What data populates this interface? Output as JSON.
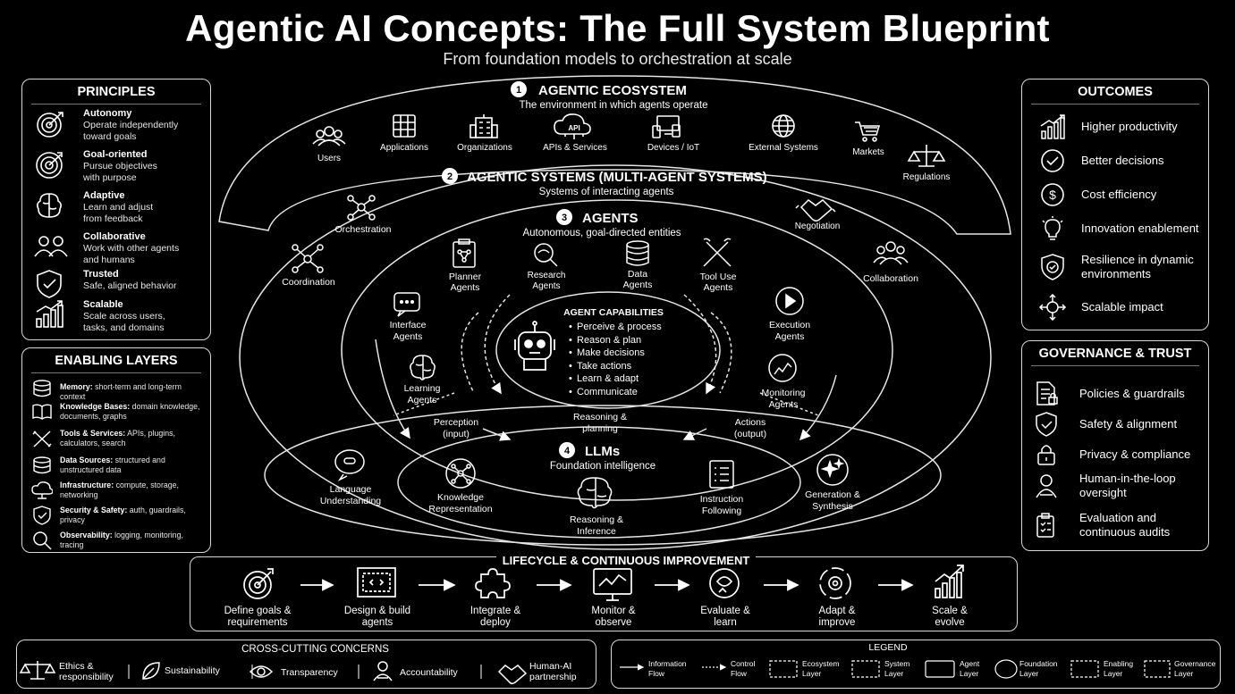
{
  "title": "Agentic AI Concepts: The Full System Blueprint",
  "subtitle": "From foundation models to orchestration at scale",
  "principles": {
    "title": "PRINCIPLES",
    "items": [
      {
        "icon": "target-icon",
        "name": "Autonomy",
        "line1": "Operate independently",
        "line2": "toward goals"
      },
      {
        "icon": "bullseye-icon",
        "name": "Goal-oriented",
        "line1": "Pursue objectives",
        "line2": "with purpose"
      },
      {
        "icon": "brain-icon",
        "name": "Adaptive",
        "line1": "Learn and adjust",
        "line2": "from feedback"
      },
      {
        "icon": "people-icon",
        "name": "Collaborative",
        "line1": "Work with other agents",
        "line2": "and humans"
      },
      {
        "icon": "shield-check-icon",
        "name": "Trusted",
        "line1": "Safe, aligned behavior",
        "line2": ""
      },
      {
        "icon": "growth-chart-icon",
        "name": "Scalable",
        "line1": "Scale across users,",
        "line2": "tasks, and domains"
      }
    ]
  },
  "enabling": {
    "title": "ENABLING LAYERS",
    "items": [
      {
        "icon": "database-icon",
        "name": "Memory:",
        "line1": "short-term and long-term context",
        "line2": ""
      },
      {
        "icon": "book-icon",
        "name": "Knowledge Bases:",
        "line1": "domain knowledge,",
        "line2": "documents, graphs"
      },
      {
        "icon": "tools-icon",
        "name": "Tools & Services:",
        "line1": "APIs, plugins,",
        "line2": "calculators, search"
      },
      {
        "icon": "database-icon",
        "name": "Data Sources:",
        "line1": "structured and",
        "line2": "unstructured data"
      },
      {
        "icon": "cloud-icon",
        "name": "Infrastructure:",
        "line1": "compute, storage,",
        "line2": "networking"
      },
      {
        "icon": "shield-icon",
        "name": "Security & Safety:",
        "line1": "auth, guardrails,",
        "line2": "privacy"
      },
      {
        "icon": "magnifier-icon",
        "name": "Observability:",
        "line1": "logging, monitoring,",
        "line2": "tracing"
      }
    ]
  },
  "outcomes": {
    "title": "OUTCOMES",
    "items": [
      {
        "icon": "growth-chart-icon",
        "line1": "Higher productivity",
        "line2": ""
      },
      {
        "icon": "check-circle-icon",
        "line1": "Better decisions",
        "line2": ""
      },
      {
        "icon": "dollar-icon",
        "line1": "Cost efficiency",
        "line2": ""
      },
      {
        "icon": "lightbulb-icon",
        "line1": "Innovation enablement",
        "line2": ""
      },
      {
        "icon": "shield-check-icon",
        "line1": "Resilience in dynamic",
        "line2": "environments"
      },
      {
        "icon": "move-arrows-icon",
        "line1": "Scalable impact",
        "line2": ""
      }
    ]
  },
  "governance": {
    "title": "GOVERNANCE & TRUST",
    "items": [
      {
        "icon": "document-lock-icon",
        "line1": "Policies & guardrails",
        "line2": ""
      },
      {
        "icon": "shield-check-icon",
        "line1": "Safety & alignment",
        "line2": ""
      },
      {
        "icon": "padlock-icon",
        "line1": "Privacy & compliance",
        "line2": ""
      },
      {
        "icon": "person-icon",
        "line1": "Human-in-the-loop",
        "line2": "oversight"
      },
      {
        "icon": "clipboard-icon",
        "line1": "Evaluation and",
        "line2": "continuous audits"
      }
    ]
  },
  "ecosystem": {
    "number": "1",
    "title": "AGENTIC ECOSYSTEM",
    "subtitle": "The environment in which agents operate",
    "items": [
      {
        "icon": "users-icon",
        "label": "Users"
      },
      {
        "icon": "app-grid-icon",
        "label": "Applications"
      },
      {
        "icon": "building-icon",
        "label": "Organizations"
      },
      {
        "icon": "api-cloud-icon",
        "label": "APIs & Services",
        "badge": "API"
      },
      {
        "icon": "devices-icon",
        "label": "Devices / IoT"
      },
      {
        "icon": "globe-icon",
        "label": "External Systems"
      },
      {
        "icon": "cart-icon",
        "label": "Markets"
      },
      {
        "icon": "scales-icon",
        "label": "Regulations"
      }
    ]
  },
  "systems": {
    "number": "2",
    "title": "AGENTIC SYSTEMS (MULTI-AGENT SYSTEMS)",
    "subtitle": "Systems of interacting agents",
    "items": [
      {
        "icon": "network-icon",
        "label": "Orchestration"
      },
      {
        "icon": "network-icon",
        "label": "Coordination"
      },
      {
        "icon": "handshake-icon",
        "label": "Negotiation"
      },
      {
        "icon": "people-icon",
        "label": "Collaboration"
      }
    ]
  },
  "agents": {
    "number": "3",
    "title": "AGENTS",
    "subtitle": "Autonomous, goal-directed entities",
    "items": [
      {
        "icon": "clipboard-network-icon",
        "line1": "Planner",
        "line2": "Agents"
      },
      {
        "icon": "magnifier-icon",
        "line1": "Research",
        "line2": "Agents"
      },
      {
        "icon": "database-icon",
        "line1": "Data",
        "line2": "Agents"
      },
      {
        "icon": "tools-icon",
        "line1": "Tool Use",
        "line2": "Agents"
      },
      {
        "icon": "chat-icon",
        "line1": "Interface",
        "line2": "Agents"
      },
      {
        "icon": "play-icon",
        "line1": "Execution",
        "line2": "Agents"
      },
      {
        "icon": "brain-icon",
        "line1": "Learning",
        "line2": "Agents"
      },
      {
        "icon": "trend-icon",
        "line1": "Monitoring",
        "line2": "Agents"
      }
    ],
    "capabilities": {
      "title": "AGENT CAPABILITIES",
      "items": [
        "Perceive & process",
        "Reason & plan",
        "Make decisions",
        "Take actions",
        "Learn & adapt",
        "Communicate"
      ]
    },
    "flows": {
      "perception_1": "Perception",
      "perception_2": "(input)",
      "reasoning_1": "Reasoning &",
      "reasoning_2": "planning",
      "actions_1": "Actions",
      "actions_2": "(output)"
    }
  },
  "llms": {
    "number": "4",
    "title": "LLMs",
    "subtitle": "Foundation intelligence",
    "items": [
      {
        "icon": "speech-icon",
        "line1": "Language",
        "line2": "Understanding"
      },
      {
        "icon": "knowledge-graph-icon",
        "line1": "Knowledge",
        "line2": "Representation"
      },
      {
        "icon": "brain-icon",
        "line1": "Reasoning &",
        "line2": "Inference"
      },
      {
        "icon": "checklist-icon",
        "line1": "Instruction",
        "line2": "Following"
      },
      {
        "icon": "sparkle-icon",
        "line1": "Generation &",
        "line2": "Synthesis"
      }
    ]
  },
  "lifecycle": {
    "title": "LIFECYCLE & CONTINUOUS IMPROVEMENT",
    "steps": [
      {
        "icon": "target-icon",
        "line1": "Define goals &",
        "line2": "requirements"
      },
      {
        "icon": "blueprint-icon",
        "line1": "Design & build",
        "line2": "agents"
      },
      {
        "icon": "puzzle-icon",
        "line1": "Integrate &",
        "line2": "deploy"
      },
      {
        "icon": "monitor-icon",
        "line1": "Monitor &",
        "line2": "observe"
      },
      {
        "icon": "evaluate-icon",
        "line1": "Evaluate &",
        "line2": "learn"
      },
      {
        "icon": "cycle-gear-icon",
        "line1": "Adapt &",
        "line2": "improve"
      },
      {
        "icon": "growth-chart-icon",
        "line1": "Scale &",
        "line2": "evolve"
      }
    ]
  },
  "crosscutting": {
    "title": "CROSS-CUTTING CONCERNS",
    "items": [
      {
        "icon": "scales-icon",
        "line1": "Ethics &",
        "line2": "responsibility"
      },
      {
        "icon": "leaf-icon",
        "line1": "Sustainability",
        "line2": ""
      },
      {
        "icon": "eye-icon",
        "line1": "Transparency",
        "line2": ""
      },
      {
        "icon": "person-badge-icon",
        "line1": "Accountability",
        "line2": ""
      },
      {
        "icon": "handshake-icon",
        "line1": "Human-AI",
        "line2": "partnership"
      }
    ]
  },
  "legend": {
    "title": "LEGEND",
    "items": [
      {
        "kind": "arrow",
        "line1": "Information",
        "line2": "Flow"
      },
      {
        "kind": "dotted-arrow",
        "line1": "Control",
        "line2": "Flow"
      },
      {
        "kind": "dashed-box",
        "line1": "Ecosystem",
        "line2": "Layer"
      },
      {
        "kind": "dashed-box",
        "line1": "System",
        "line2": "Layer"
      },
      {
        "kind": "solid-box",
        "line1": "Agent",
        "line2": "Layer"
      },
      {
        "kind": "ellipse",
        "line1": "Foundation",
        "line2": "Layer"
      },
      {
        "kind": "dashed-box",
        "line1": "Enabling",
        "line2": "Layer"
      },
      {
        "kind": "dashed-box",
        "line1": "Governance",
        "line2": "Layer"
      }
    ]
  }
}
